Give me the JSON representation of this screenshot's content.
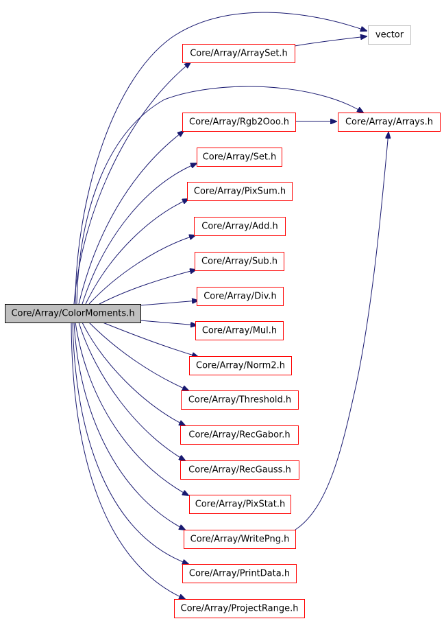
{
  "root": {
    "id": "root",
    "label": "Core/Array/ColorMoments.h"
  },
  "nodes": [
    {
      "id": "vector",
      "label": "vector",
      "external": true
    },
    {
      "id": "arrayset",
      "label": "Core/Array/ArraySet.h"
    },
    {
      "id": "rgb2ooo",
      "label": "Core/Array/Rgb2Ooo.h"
    },
    {
      "id": "arrays",
      "label": "Core/Array/Arrays.h"
    },
    {
      "id": "set",
      "label": "Core/Array/Set.h"
    },
    {
      "id": "pixsum",
      "label": "Core/Array/PixSum.h"
    },
    {
      "id": "add",
      "label": "Core/Array/Add.h"
    },
    {
      "id": "sub",
      "label": "Core/Array/Sub.h"
    },
    {
      "id": "div",
      "label": "Core/Array/Div.h"
    },
    {
      "id": "mul",
      "label": "Core/Array/Mul.h"
    },
    {
      "id": "norm2",
      "label": "Core/Array/Norm2.h"
    },
    {
      "id": "threshold",
      "label": "Core/Array/Threshold.h"
    },
    {
      "id": "recgabor",
      "label": "Core/Array/RecGabor.h"
    },
    {
      "id": "recgauss",
      "label": "Core/Array/RecGauss.h"
    },
    {
      "id": "pixstat",
      "label": "Core/Array/PixStat.h"
    },
    {
      "id": "writepng",
      "label": "Core/Array/WritePng.h"
    },
    {
      "id": "printdata",
      "label": "Core/Array/PrintData.h"
    },
    {
      "id": "projectrange",
      "label": "Core/Array/ProjectRange.h"
    }
  ],
  "edges": [
    [
      "root",
      "vector"
    ],
    [
      "root",
      "arrayset"
    ],
    [
      "root",
      "arrays"
    ],
    [
      "root",
      "rgb2ooo"
    ],
    [
      "root",
      "set"
    ],
    [
      "root",
      "pixsum"
    ],
    [
      "root",
      "add"
    ],
    [
      "root",
      "sub"
    ],
    [
      "root",
      "div"
    ],
    [
      "root",
      "mul"
    ],
    [
      "root",
      "norm2"
    ],
    [
      "root",
      "threshold"
    ],
    [
      "root",
      "recgabor"
    ],
    [
      "root",
      "recgauss"
    ],
    [
      "root",
      "pixstat"
    ],
    [
      "root",
      "writepng"
    ],
    [
      "root",
      "printdata"
    ],
    [
      "root",
      "projectrange"
    ],
    [
      "arrayset",
      "vector"
    ],
    [
      "rgb2ooo",
      "arrays"
    ],
    [
      "writepng",
      "arrays"
    ]
  ],
  "colors": {
    "edge": "#191970",
    "node_border": "#ff0000",
    "root_fill": "#bfbfbf",
    "external_border": "#bfbfbf"
  }
}
